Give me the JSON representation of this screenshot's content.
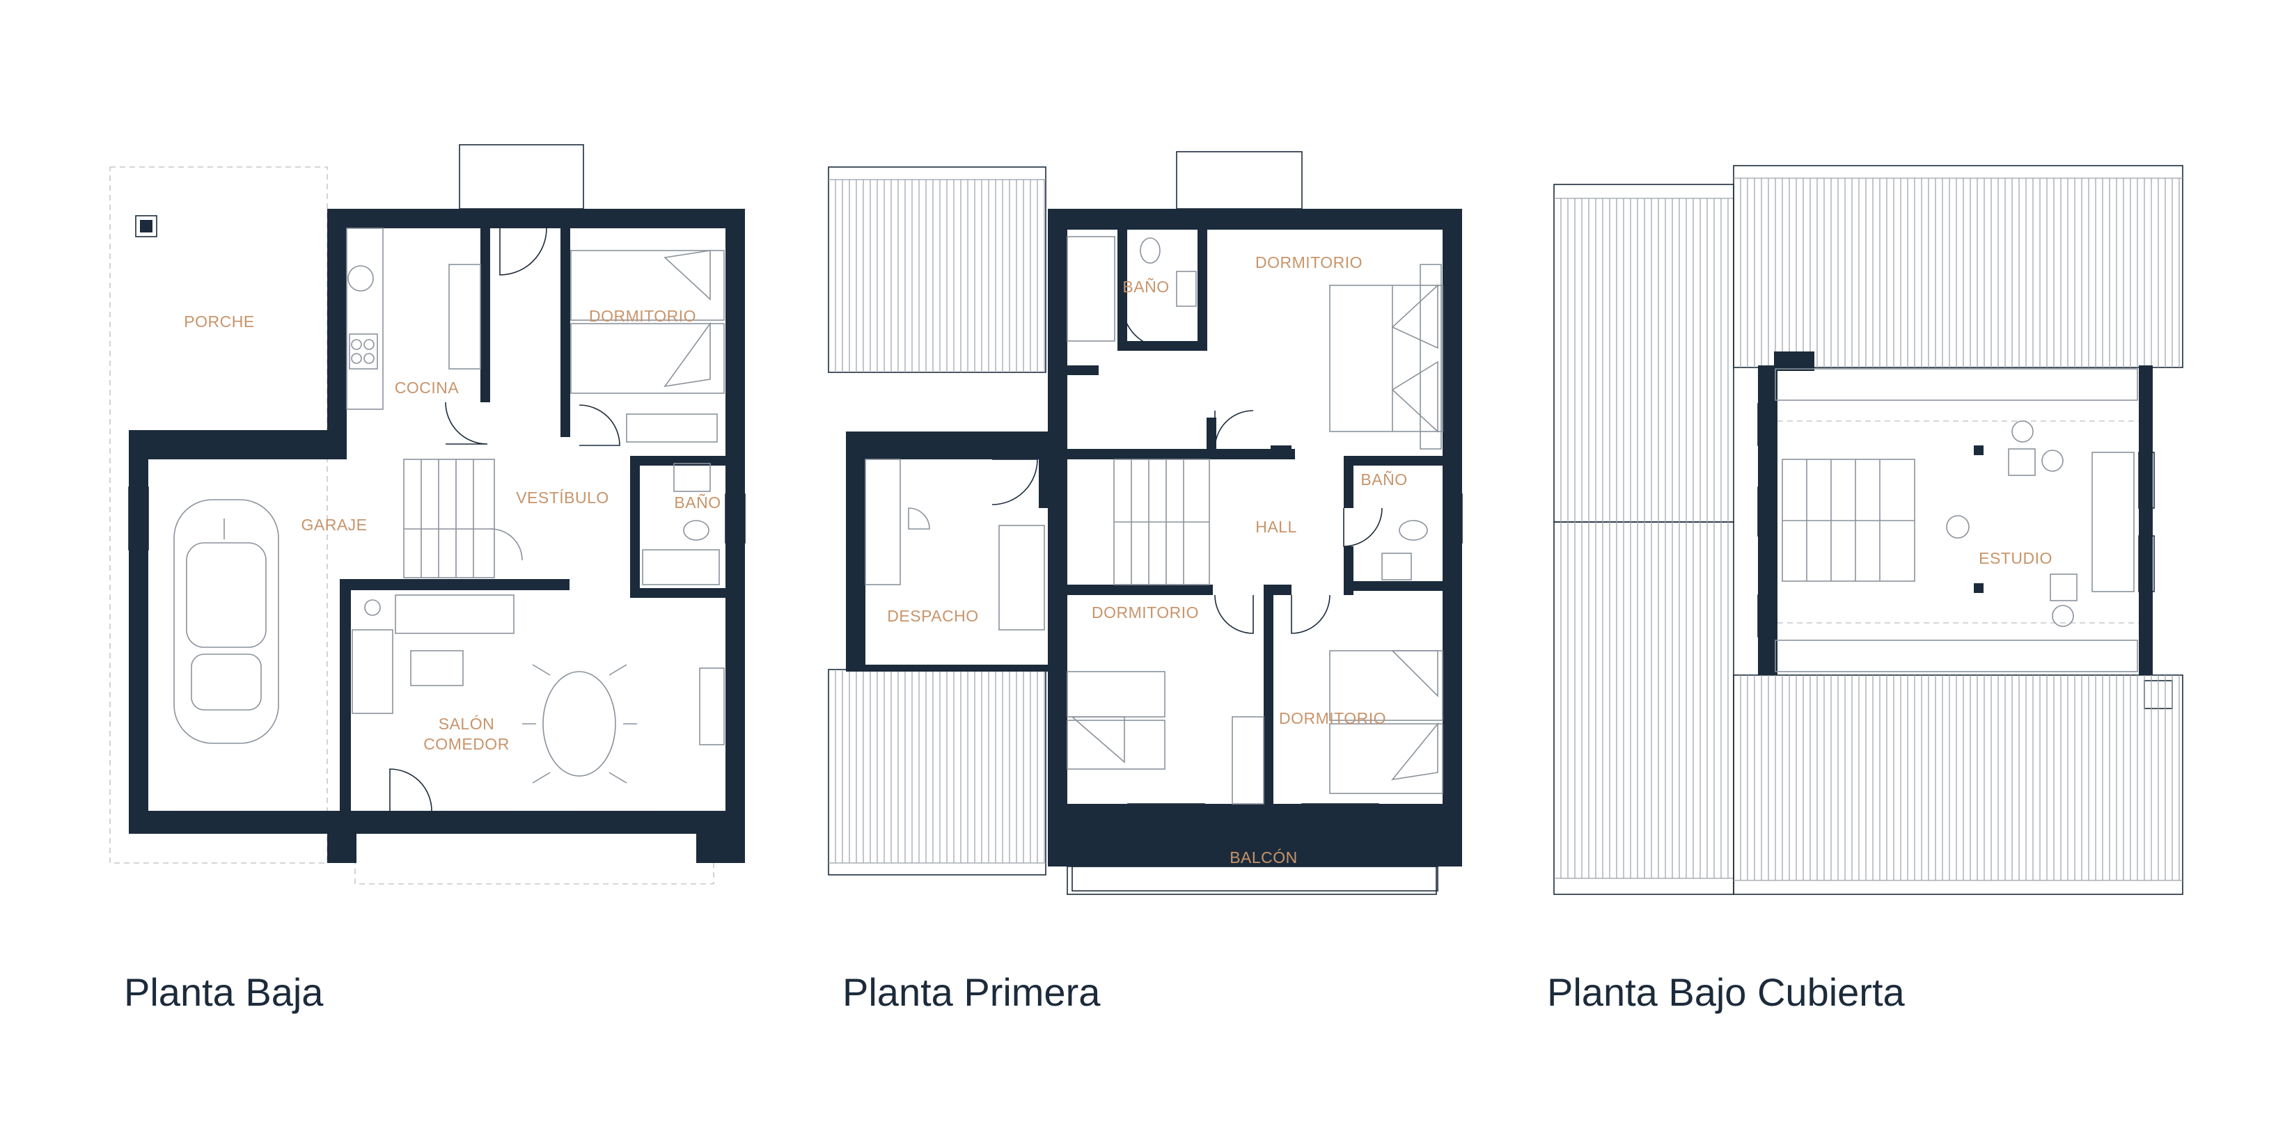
{
  "floors": [
    {
      "title": "Planta Baja",
      "rooms": [
        "PORCHE",
        "COCINA",
        "DORMITORIO",
        "GARAJE",
        "VESTÍBULO",
        "BAÑO",
        "SALÓN",
        "COMEDOR"
      ]
    },
    {
      "title": "Planta Primera",
      "rooms": [
        "BAÑO",
        "DORMITORIO",
        "DESPACHO",
        "HALL",
        "BAÑO",
        "DORMITORIO",
        "DORMITORIO",
        "BALCÓN"
      ]
    },
    {
      "title": "Planta Bajo Cubierta",
      "rooms": [
        "ESTUDIO"
      ]
    }
  ],
  "colors": {
    "walls": "#1c2b3b",
    "room_labels": "#c8946a",
    "fixtures": "#8a929c"
  }
}
